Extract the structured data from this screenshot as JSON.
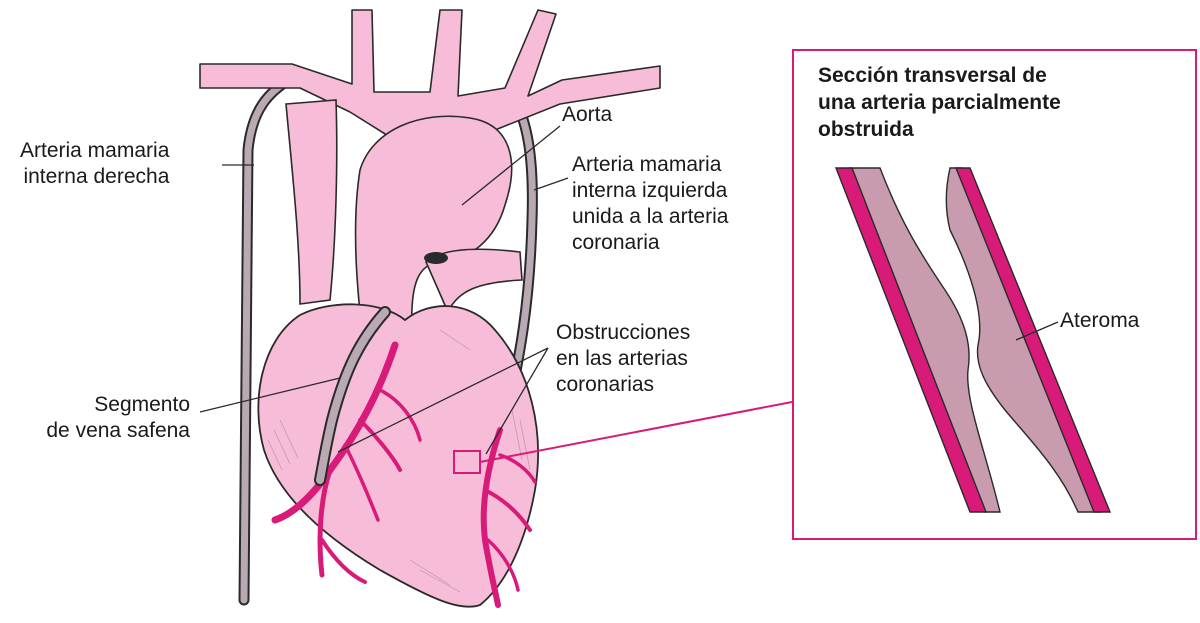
{
  "colors": {
    "tissue_pink": "#f7bcd8",
    "artery_magenta": "#d81b78",
    "graft_gray": "#b8a9b2",
    "outline": "#2a2a2a",
    "inset_border": "#d81b78",
    "atheroma": "#c89cae"
  },
  "labels": {
    "right_mammary": [
      "Arteria mamaria",
      "interna derecha"
    ],
    "aorta": "Aorta",
    "left_mammary": [
      "Arteria mamaria",
      "interna izquierda",
      "unida a la arteria",
      "coronaria"
    ],
    "obstructions": [
      "Obstrucciones",
      "en las arterias",
      "coronarias"
    ],
    "saphenous": [
      "Segmento",
      "de vena safena"
    ]
  },
  "inset": {
    "title": [
      "Sección transversal de",
      "una arteria parcialmente",
      "obstruida"
    ],
    "atheroma_label": "Ateroma"
  }
}
